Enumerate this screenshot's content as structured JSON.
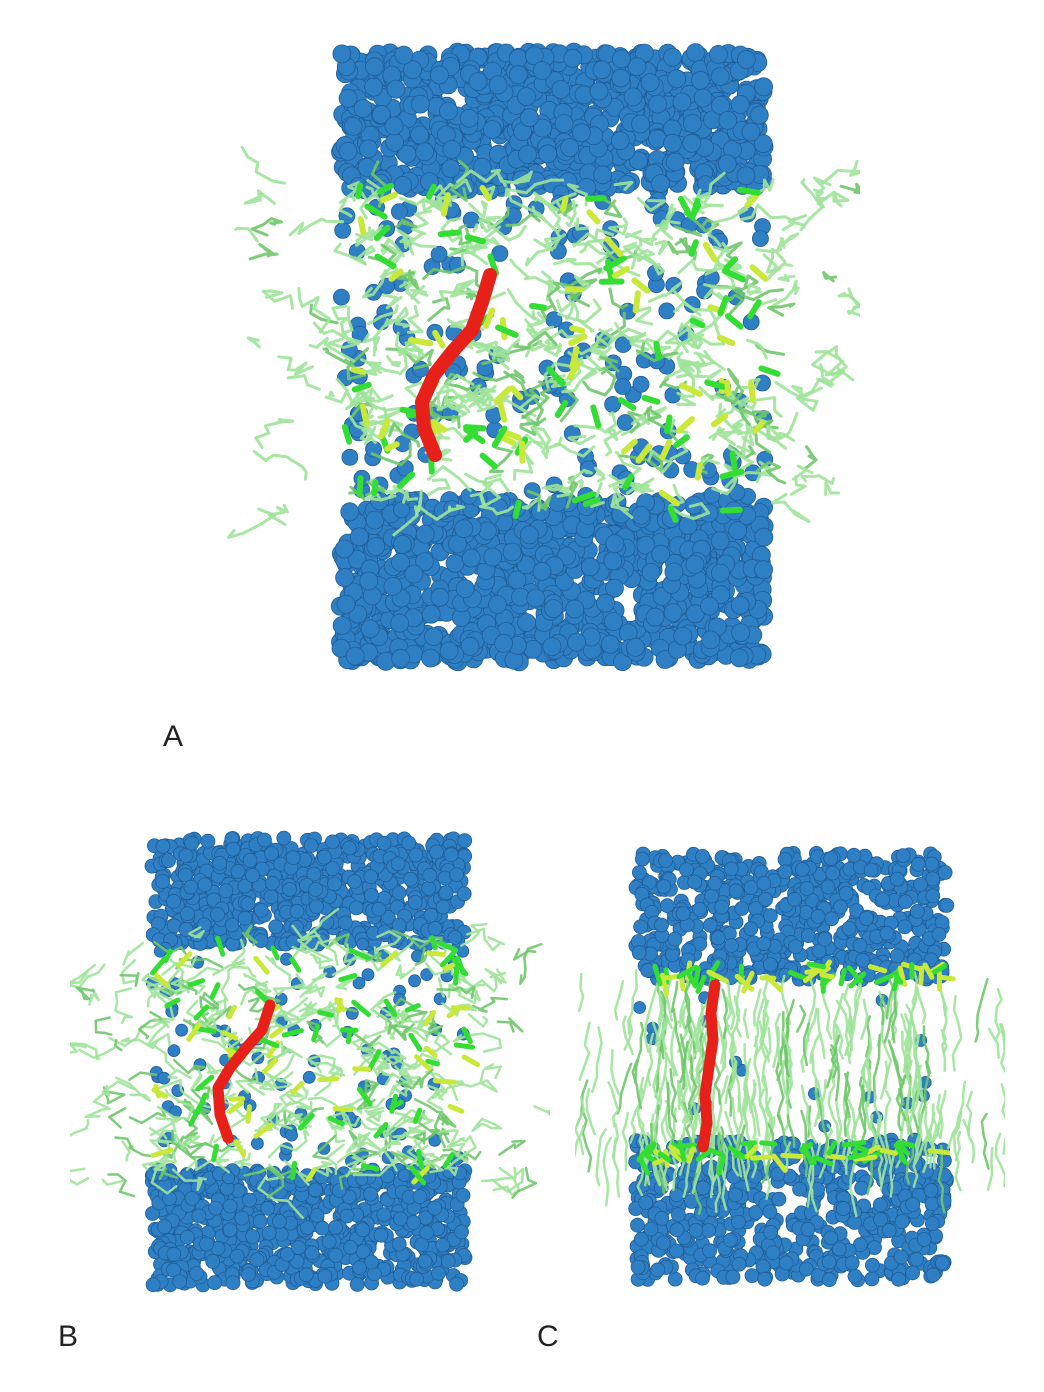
{
  "panels": [
    {
      "id": "a",
      "label": "A"
    },
    {
      "id": "b",
      "label": "B"
    },
    {
      "id": "c",
      "label": "C"
    }
  ],
  "colors": {
    "water": "#2f7fc4",
    "water_dark": "#1f5e99",
    "lipid_tail": "#9fe39a",
    "lipid_tail_dark": "#6fc66a",
    "headgroup_green": "#33dd33",
    "headgroup_yellow": "#c8e83a",
    "peptide": "#e8201a"
  }
}
